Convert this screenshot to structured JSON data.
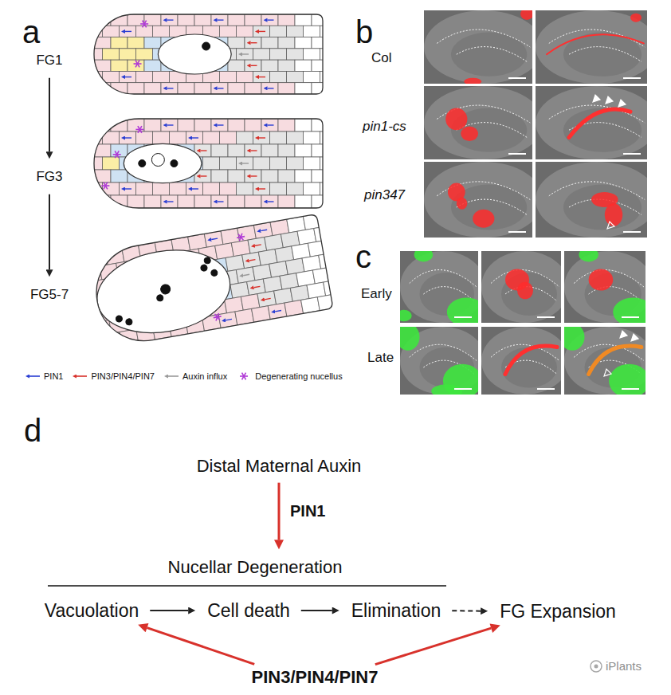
{
  "diagram": {
    "nodes": [
      {
        "text": [
          "FG1"
        ]
      },
      {
        "text": [
          "FG3"
        ]
      },
      {
        "text": [
          "FG5-7"
        ]
      },
      {
        "text": [
          "Distal Maternal Auxin"
        ]
      },
      {
        "text": [
          "Nucellar Degeneration"
        ]
      },
      {
        "text": [
          "Vacuolation"
        ]
      },
      {
        "text": [
          "Cell death"
        ]
      },
      {
        "text": [
          "Elimination"
        ]
      },
      {
        "text": [
          "FG Expansion"
        ]
      },
      {
        "text": [
          "PIN3/PIN4/PIN7"
        ]
      }
    ],
    "edges": [
      {
        "from": 0,
        "to": 1,
        "arrow": "to"
      },
      {
        "from": 1,
        "to": 2,
        "arrow": "to"
      },
      {
        "from": 3,
        "to": 4,
        "label": "PIN1",
        "arrow": "to"
      },
      {
        "from": 5,
        "to": 6,
        "arrow": "to"
      },
      {
        "from": 6,
        "to": 7,
        "arrow": "to"
      },
      {
        "from": 7,
        "to": 8,
        "arrow": "to"
      },
      {
        "from": 9,
        "to": 5,
        "arrow": "to"
      },
      {
        "from": 9,
        "to": 8,
        "arrow": "to"
      }
    ],
    "labels": [
      "a",
      "b",
      "Col",
      "pin1-cs",
      "pin347",
      "c",
      "Early",
      "Late",
      "d",
      "iPlants"
    ],
    "legend": [
      {
        "text": "PIN1"
      },
      {
        "text": "PIN3/PIN4/PIN7"
      },
      {
        "text": "Auxin influx"
      },
      {
        "text": "Degenerating nucellus"
      }
    ]
  }
}
